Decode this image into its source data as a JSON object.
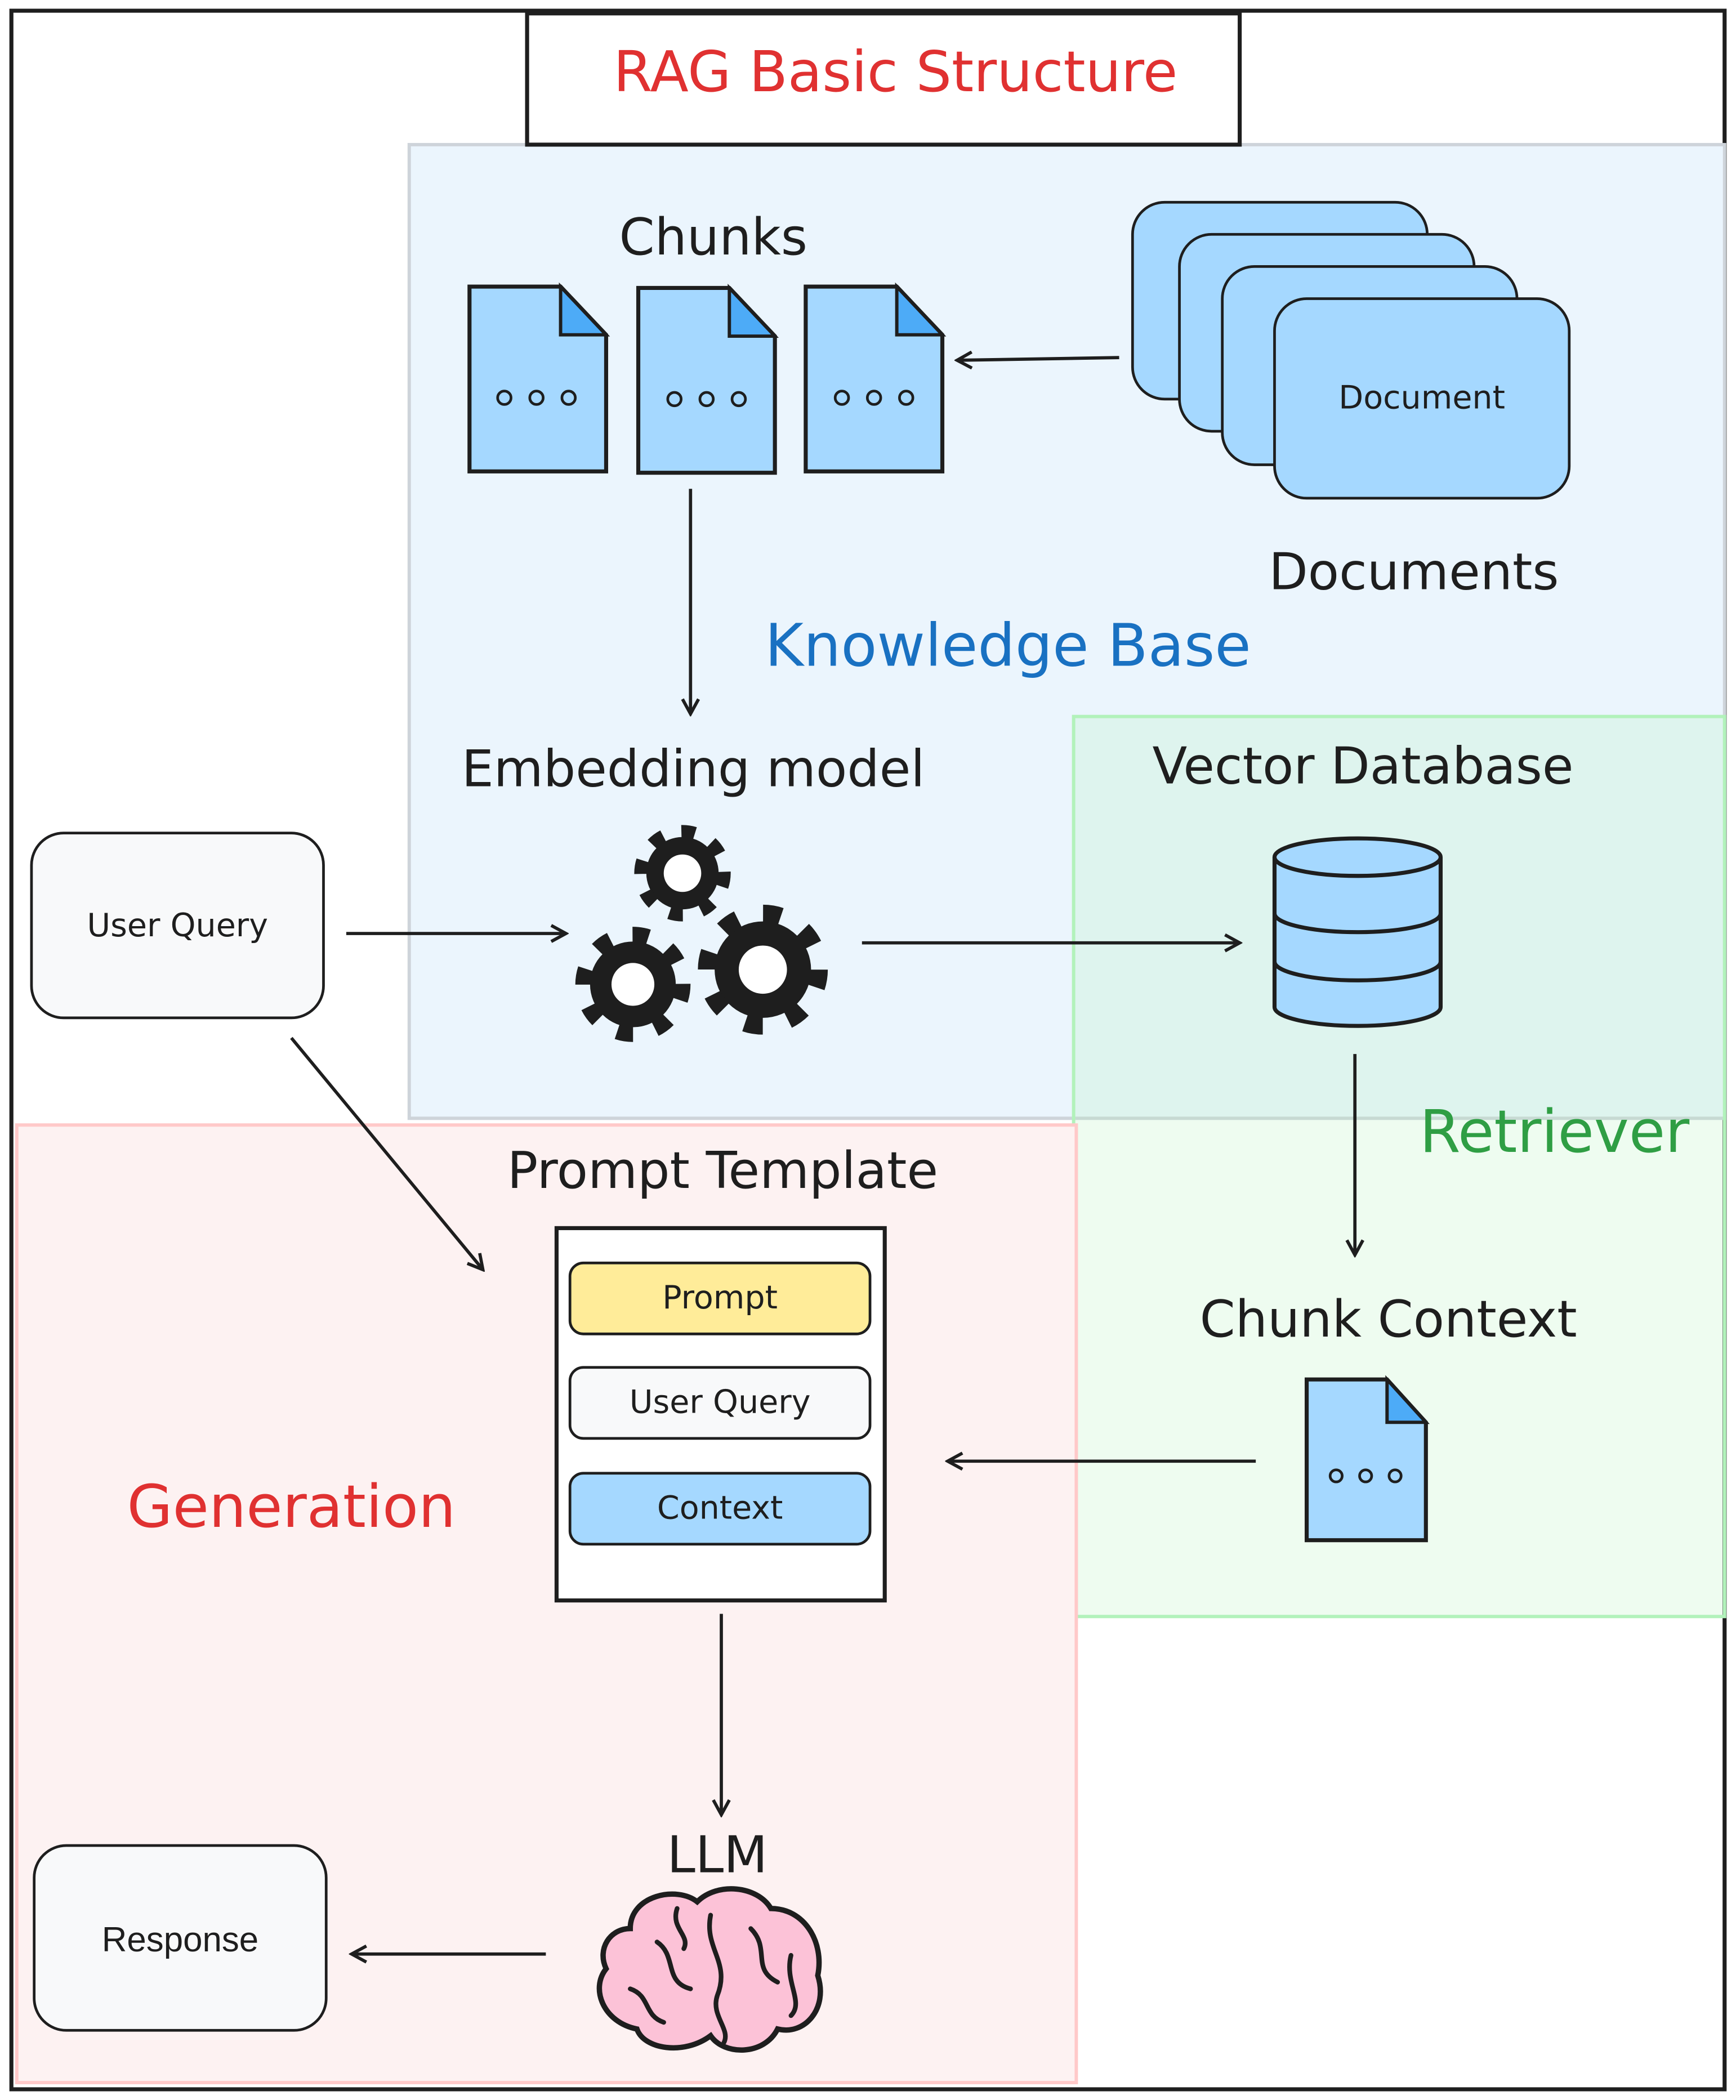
{
  "title": "RAG Basic Structure",
  "sections": {
    "knowledge_base": "Knowledge Base",
    "retriever": "Retriever",
    "generation": "Generation"
  },
  "nodes": {
    "chunks": "Chunks",
    "document": "Document",
    "documents": "Documents",
    "embedding_model": "Embedding model",
    "vector_database": "Vector Database",
    "user_query": "User Query",
    "prompt_template": "Prompt Template",
    "template_items": [
      "Prompt",
      "User Query",
      "Context"
    ],
    "chunk_context": "Chunk Context",
    "llm": "LLM",
    "response": "Response"
  },
  "colors": {
    "title": "#e03131",
    "knowledge_base": "#1971c2",
    "retriever": "#2f9e44",
    "generation": "#e03131",
    "doc_fill": "#a5d8ff",
    "prompt_fill": "#ffec99",
    "brain_fill": "#fcc2d7"
  }
}
